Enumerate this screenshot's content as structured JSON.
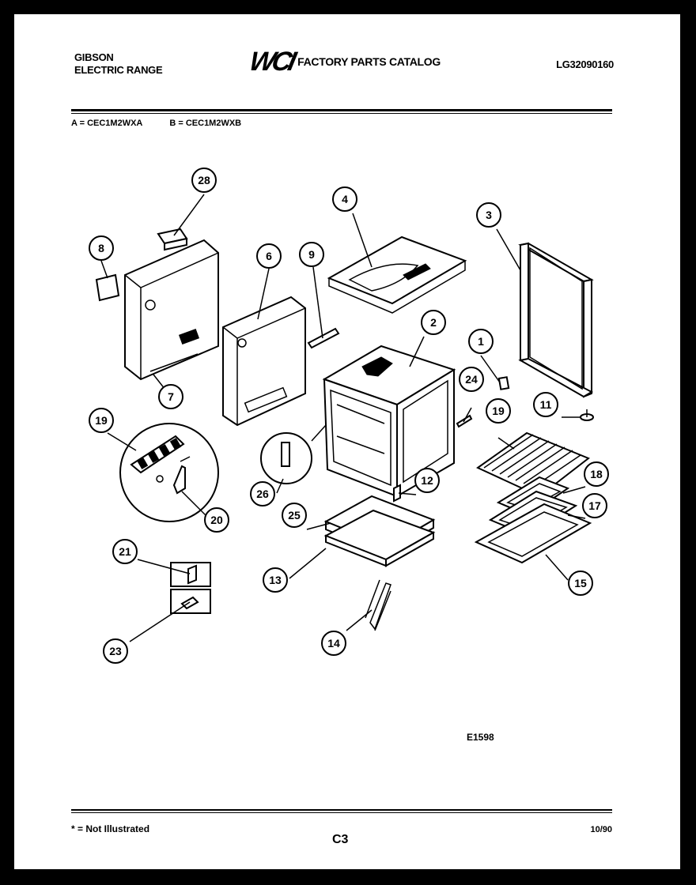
{
  "header": {
    "brand_line1": "GIBSON",
    "brand_line2": "ELECTRIC RANGE",
    "logo": "WCI",
    "catalog_title": "FACTORY PARTS CATALOG",
    "doc_number": "LG32090160"
  },
  "models": {
    "a": "A = CEC1M2WXA",
    "b": "B = CEC1M2WXB"
  },
  "callouts": [
    "28",
    "8",
    "6",
    "9",
    "4",
    "3",
    "7",
    "2",
    "1",
    "24",
    "11",
    "19",
    "19",
    "20",
    "26",
    "12",
    "18",
    "25",
    "17",
    "13",
    "15",
    "21",
    "23",
    "14"
  ],
  "diagram_code": "E1598",
  "footer": {
    "note": "* = Not Illustrated",
    "page": "C3",
    "date": "10/90"
  }
}
